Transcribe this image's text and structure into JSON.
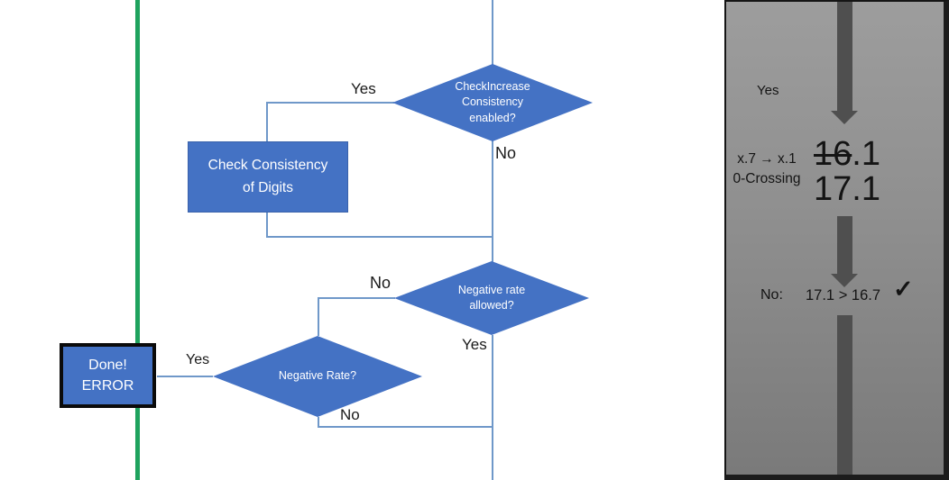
{
  "flowchart": {
    "nodes": {
      "check_increase": {
        "lines": [
          "CheckIncrease",
          "Consistency",
          "enabled?"
        ]
      },
      "check_consistency": {
        "lines": [
          "Check Consistency",
          "of Digits"
        ]
      },
      "negative_rate_allowed": {
        "lines": [
          "Negative rate",
          "allowed?"
        ]
      },
      "negative_rate": {
        "label": "Negative Rate?"
      },
      "done_error": {
        "lines": [
          "Done!",
          "ERROR"
        ]
      }
    },
    "labels": {
      "yes_top": "Yes",
      "no_top": "No",
      "no_mid": "No",
      "yes_mid": "Yes",
      "yes_done": "Yes",
      "no_bottom": "No"
    }
  },
  "side_panel": {
    "yes_label": "Yes",
    "crossing_line1": "x.7 → x.1",
    "crossing_line2": "0-Crossing",
    "old_value_struck": "16",
    "old_value_rest": ".1",
    "new_value": "17.1",
    "no_label": "No:",
    "comparison": "17.1 > 16.7",
    "checkmark": "✓"
  },
  "colors": {
    "accent_blue": "#4472c4",
    "connector_blue": "#6f98c9",
    "divider_green": "#1fa35e",
    "arrow_gray": "#4f4f4f",
    "panel_gray_top": "#9d9d9d",
    "panel_gray_bottom": "#7a7a7a"
  }
}
